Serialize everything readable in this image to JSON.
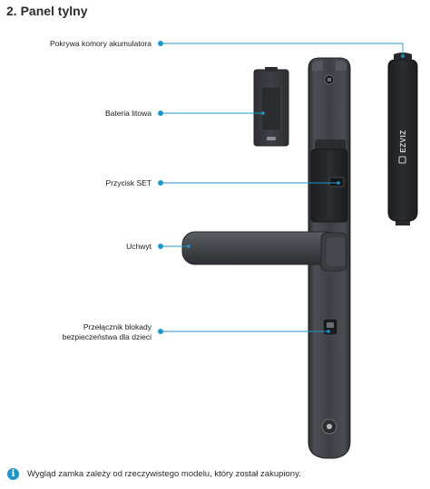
{
  "title": "2. Panel tylny",
  "brand": "EZVIZ",
  "accent_color": "#1f97c9",
  "callouts": {
    "battery_cover": "Pokrywa komory akumulatora",
    "battery": "Bateria litowa",
    "set_button": "Przycisk SET",
    "handle": "Uchwyt",
    "child_lock_line1": "Przełącznik blokady",
    "child_lock_line2": "bezpieczeństwa dla dzieci"
  },
  "note": {
    "icon": "info-icon",
    "text": "Wygląd zamka zależy od rzeczywistego modelu, który został zakupiony."
  }
}
